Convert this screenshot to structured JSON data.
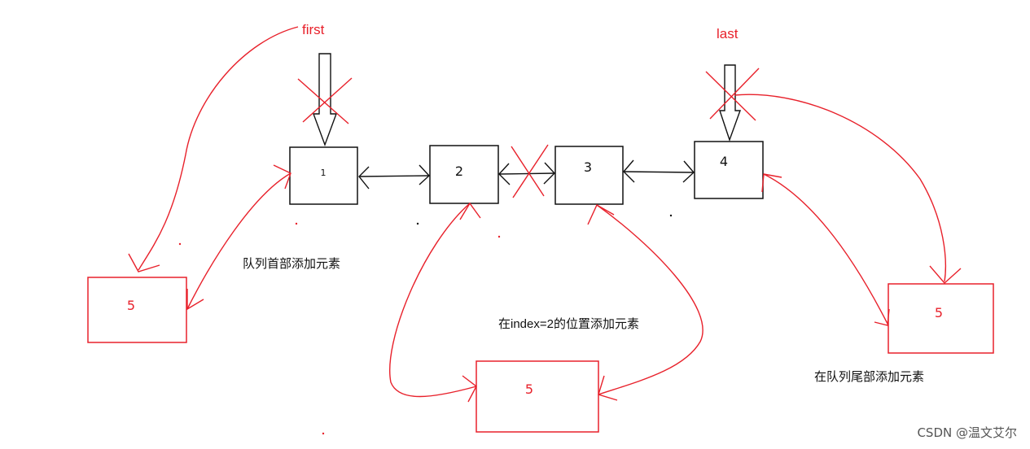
{
  "pointers": {
    "first": "first",
    "last": "last"
  },
  "nodes": [
    "1",
    "2",
    "3",
    "4"
  ],
  "new_node_value": "5",
  "captions": {
    "head_insert": "队列首部添加元素",
    "index_insert": "在index=2的位置添加元素",
    "tail_insert": "在队列尾部添加元素"
  },
  "watermark": "CSDN @温文艾尔",
  "colors": {
    "annotation": "#e8212b",
    "structure": "#111111"
  }
}
